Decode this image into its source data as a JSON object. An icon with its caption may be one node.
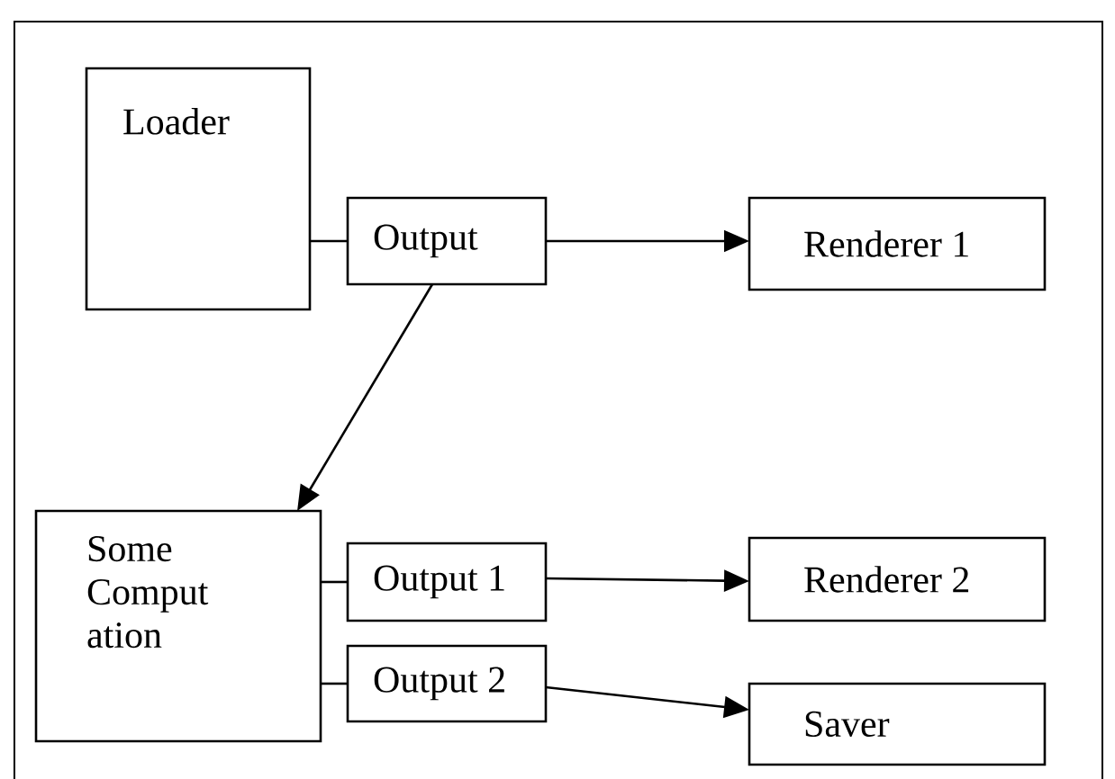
{
  "diagram": {
    "nodes": [
      {
        "text": [
          "Loader"
        ]
      },
      {
        "text": [
          "Output"
        ]
      },
      {
        "text": [
          "Renderer 1"
        ]
      },
      {
        "text": [
          "Some Comput ation"
        ]
      },
      {
        "text": [
          "Output 1"
        ]
      },
      {
        "text": [
          "Output 2"
        ]
      },
      {
        "text": [
          "Renderer 2"
        ]
      },
      {
        "text": [
          "Saver"
        ]
      }
    ],
    "edges": [
      {
        "from": 0,
        "to": 1,
        "arrow": "none"
      },
      {
        "from": 1,
        "to": 2,
        "arrow": "to"
      },
      {
        "from": 1,
        "to": 3,
        "arrow": "to"
      },
      {
        "from": 3,
        "to": 4,
        "arrow": "none"
      },
      {
        "from": 3,
        "to": 5,
        "arrow": "none"
      },
      {
        "from": 4,
        "to": 6,
        "arrow": "to"
      },
      {
        "from": 5,
        "to": 7,
        "arrow": "to"
      }
    ]
  }
}
